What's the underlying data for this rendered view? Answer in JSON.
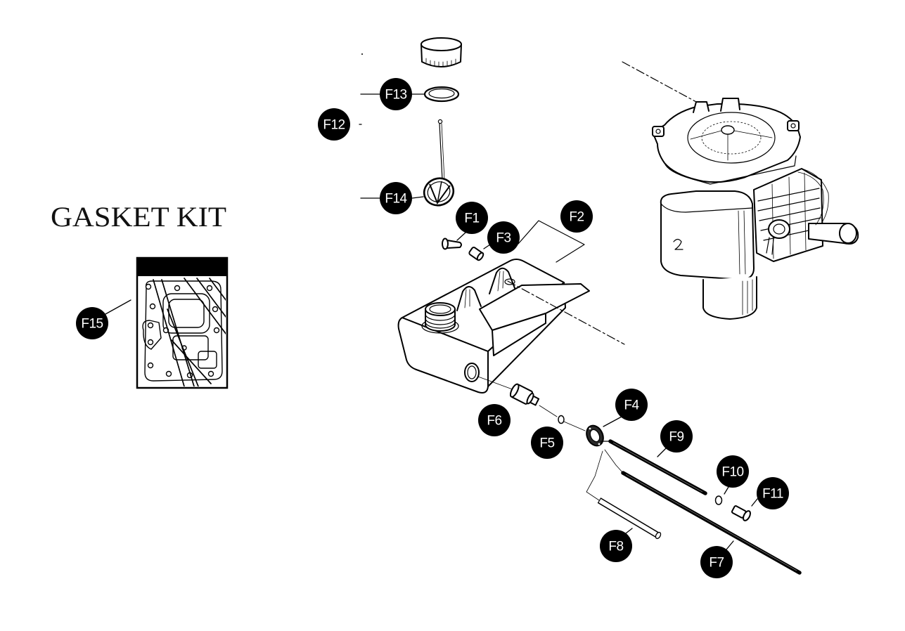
{
  "gasket_kit": {
    "title": "GASKET KIT"
  },
  "callout_labels": [
    "F1",
    "F2",
    "F3",
    "F4",
    "F5",
    "F6",
    "F7",
    "F8",
    "F9",
    "F10",
    "F11",
    "F12",
    "F13",
    "F14",
    "F15"
  ]
}
